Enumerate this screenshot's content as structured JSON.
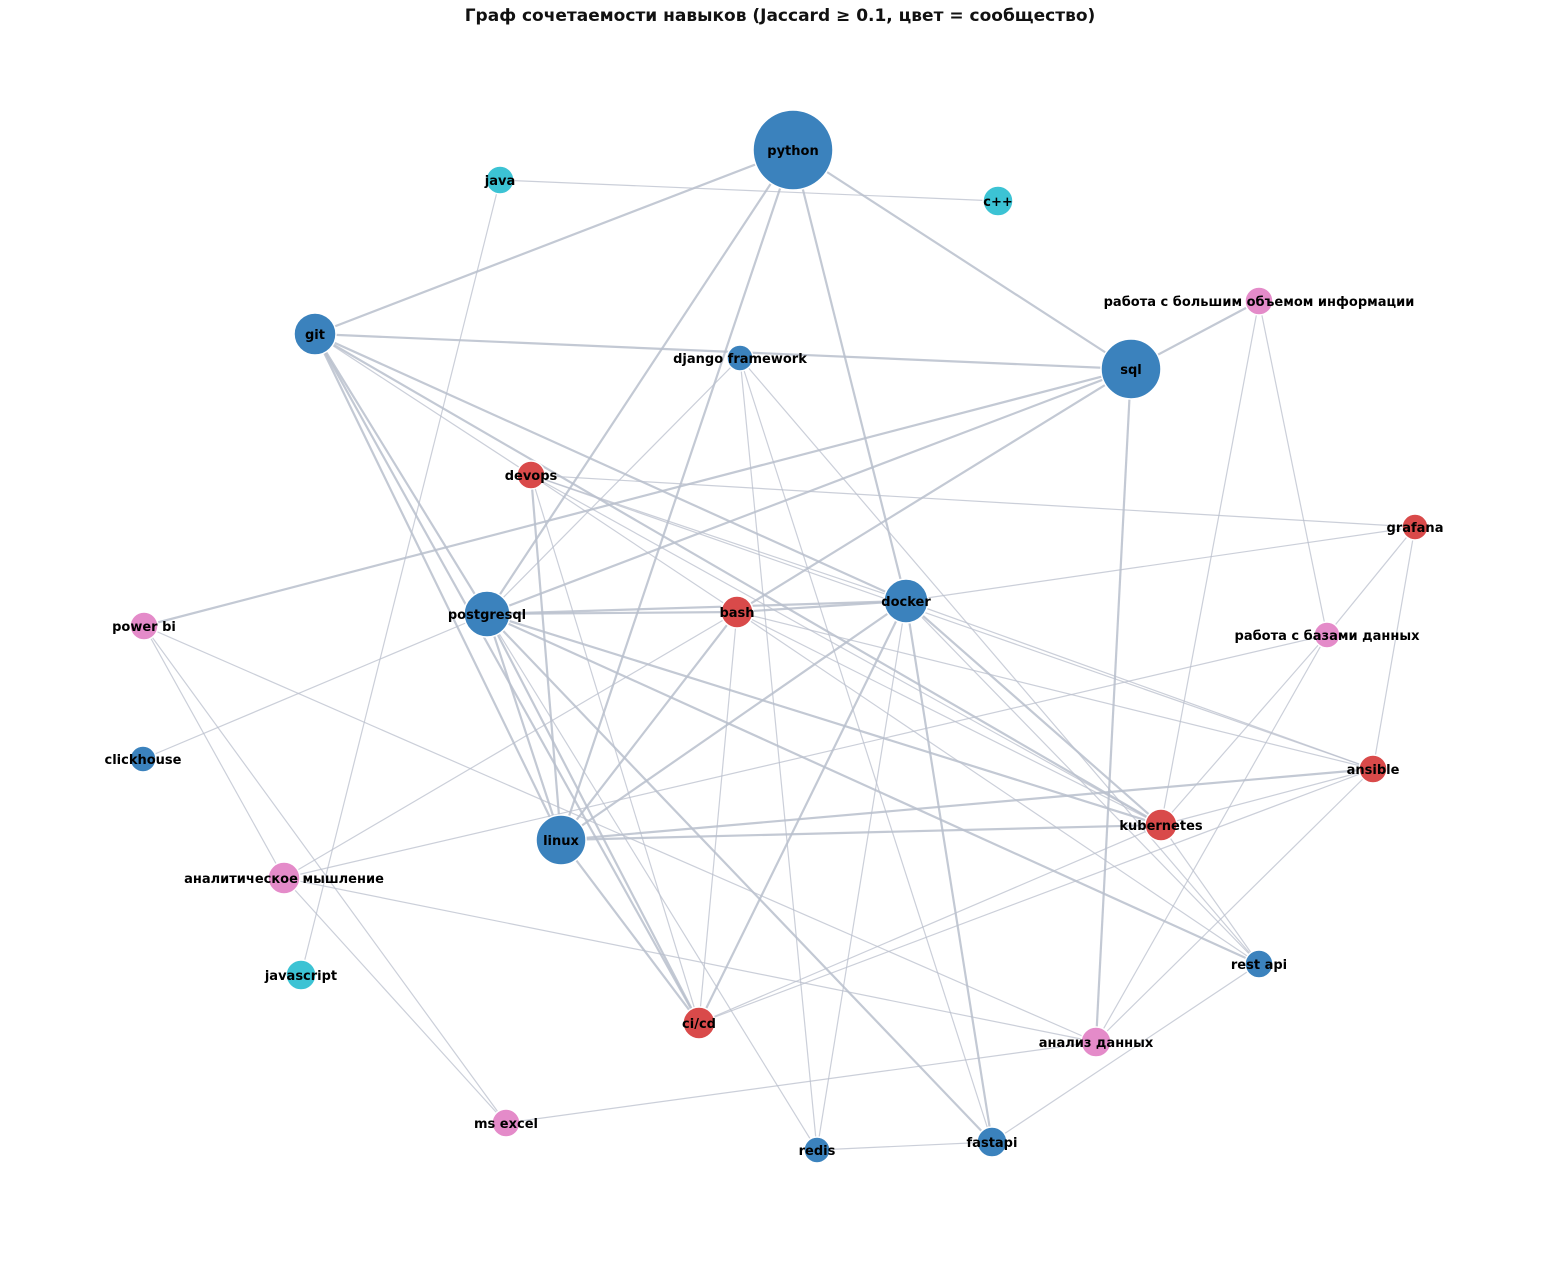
{
  "title": "Граф сочетаемости навыков (Jaccard ≥ 0.1, цвет = сообщество)",
  "community_colors": [
    "#3b82bd",
    "#d94a4a",
    "#e48bc9",
    "#3cc3d4"
  ],
  "nodes": [
    {
      "id": "python",
      "label": "python",
      "community": 0
    },
    {
      "id": "java",
      "label": "java",
      "community": 3
    },
    {
      "id": "cpp",
      "label": "c++",
      "community": 3
    },
    {
      "id": "big",
      "label": "работа с большим объемом информации",
      "community": 2
    },
    {
      "id": "git",
      "label": "git",
      "community": 0
    },
    {
      "id": "django",
      "label": "django framework",
      "community": 0
    },
    {
      "id": "sql",
      "label": "sql",
      "community": 0
    },
    {
      "id": "devops",
      "label": "devops",
      "community": 1
    },
    {
      "id": "grafana",
      "label": "grafana",
      "community": 1
    },
    {
      "id": "postgresql",
      "label": "postgresql",
      "community": 0
    },
    {
      "id": "bash",
      "label": "bash",
      "community": 1
    },
    {
      "id": "docker",
      "label": "docker",
      "community": 0
    },
    {
      "id": "powerbi",
      "label": "power bi",
      "community": 2
    },
    {
      "id": "dbwork",
      "label": "работа с базами данных",
      "community": 2
    },
    {
      "id": "clickhouse",
      "label": "clickhouse",
      "community": 0
    },
    {
      "id": "ansible",
      "label": "ansible",
      "community": 1
    },
    {
      "id": "linux",
      "label": "linux",
      "community": 0
    },
    {
      "id": "kubernetes",
      "label": "kubernetes",
      "community": 1
    },
    {
      "id": "analyt",
      "label": "аналитическое мышление",
      "community": 2
    },
    {
      "id": "restapi",
      "label": "rest api",
      "community": 0
    },
    {
      "id": "javascript",
      "label": "javascript",
      "community": 3
    },
    {
      "id": "cicd",
      "label": "ci/cd",
      "community": 1
    },
    {
      "id": "analysis",
      "label": "анализ данных",
      "community": 2
    },
    {
      "id": "msexcel",
      "label": "ms excel",
      "community": 2
    },
    {
      "id": "redis",
      "label": "redis",
      "community": 0
    },
    {
      "id": "fastapi",
      "label": "fastapi",
      "community": 0
    }
  ],
  "edges": [
    [
      "python",
      "sql"
    ],
    [
      "python",
      "git"
    ],
    [
      "python",
      "postgresql"
    ],
    [
      "python",
      "linux"
    ],
    [
      "python",
      "docker"
    ],
    [
      "java",
      "cpp"
    ],
    [
      "java",
      "javascript"
    ],
    [
      "git",
      "sql"
    ],
    [
      "git",
      "devops"
    ],
    [
      "git",
      "docker"
    ],
    [
      "git",
      "postgresql"
    ],
    [
      "git",
      "linux"
    ],
    [
      "git",
      "kubernetes"
    ],
    [
      "git",
      "cicd"
    ],
    [
      "sql",
      "big"
    ],
    [
      "sql",
      "bash"
    ],
    [
      "sql",
      "postgresql"
    ],
    [
      "sql",
      "powerbi"
    ],
    [
      "sql",
      "analysis"
    ],
    [
      "django",
      "postgresql"
    ],
    [
      "django",
      "redis"
    ],
    [
      "django",
      "fastapi"
    ],
    [
      "django",
      "restapi"
    ],
    [
      "big",
      "kubernetes"
    ],
    [
      "big",
      "dbwork"
    ],
    [
      "devops",
      "docker"
    ],
    [
      "devops",
      "bash"
    ],
    [
      "devops",
      "kubernetes"
    ],
    [
      "devops",
      "grafana"
    ],
    [
      "devops",
      "linux"
    ],
    [
      "devops",
      "cicd"
    ],
    [
      "devops",
      "ansible"
    ],
    [
      "grafana",
      "docker"
    ],
    [
      "grafana",
      "dbwork"
    ],
    [
      "grafana",
      "ansible"
    ],
    [
      "postgresql",
      "bash"
    ],
    [
      "postgresql",
      "docker"
    ],
    [
      "postgresql",
      "clickhouse"
    ],
    [
      "postgresql",
      "linux"
    ],
    [
      "postgresql",
      "kubernetes"
    ],
    [
      "postgresql",
      "redis"
    ],
    [
      "postgresql",
      "fastapi"
    ],
    [
      "postgresql",
      "restapi"
    ],
    [
      "postgresql",
      "cicd"
    ],
    [
      "bash",
      "docker"
    ],
    [
      "bash",
      "ansible"
    ],
    [
      "bash",
      "linux"
    ],
    [
      "bash",
      "analyt"
    ],
    [
      "bash",
      "kubernetes"
    ],
    [
      "bash",
      "cicd"
    ],
    [
      "bash",
      "restapi"
    ],
    [
      "docker",
      "ansible"
    ],
    [
      "docker",
      "kubernetes"
    ],
    [
      "docker",
      "linux"
    ],
    [
      "docker",
      "cicd"
    ],
    [
      "docker",
      "redis"
    ],
    [
      "docker",
      "fastapi"
    ],
    [
      "docker",
      "restapi"
    ],
    [
      "powerbi",
      "analyt"
    ],
    [
      "powerbi",
      "msexcel"
    ],
    [
      "powerbi",
      "analysis"
    ],
    [
      "dbwork",
      "analyt"
    ],
    [
      "dbwork",
      "kubernetes"
    ],
    [
      "dbwork",
      "analysis"
    ],
    [
      "ansible",
      "linux"
    ],
    [
      "ansible",
      "kubernetes"
    ],
    [
      "ansible",
      "cicd"
    ],
    [
      "ansible",
      "analysis"
    ],
    [
      "linux",
      "kubernetes"
    ],
    [
      "linux",
      "cicd"
    ],
    [
      "kubernetes",
      "cicd"
    ],
    [
      "kubernetes",
      "restapi"
    ],
    [
      "analyt",
      "analysis"
    ],
    [
      "analyt",
      "msexcel"
    ],
    [
      "analysis",
      "msexcel"
    ],
    [
      "redis",
      "fastapi"
    ],
    [
      "fastapi",
      "restapi"
    ]
  ]
}
